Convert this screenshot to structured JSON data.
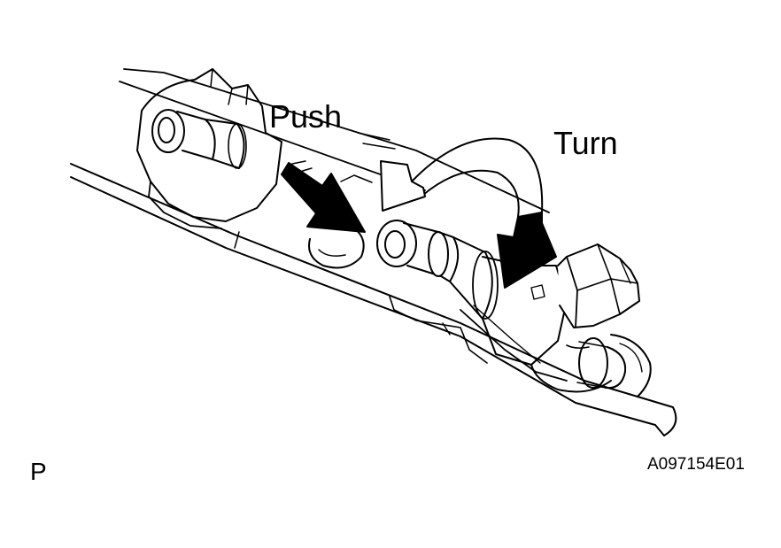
{
  "labels": {
    "push": "Push",
    "turn": "Turn",
    "view_code": "P",
    "figure_id": "A097154E01"
  },
  "colors": {
    "ink": "#000000",
    "paper": "#ffffff"
  },
  "icons": {
    "push_arrow": "push-arrow-icon",
    "turn_arrow": "turn-arrow-icon"
  }
}
